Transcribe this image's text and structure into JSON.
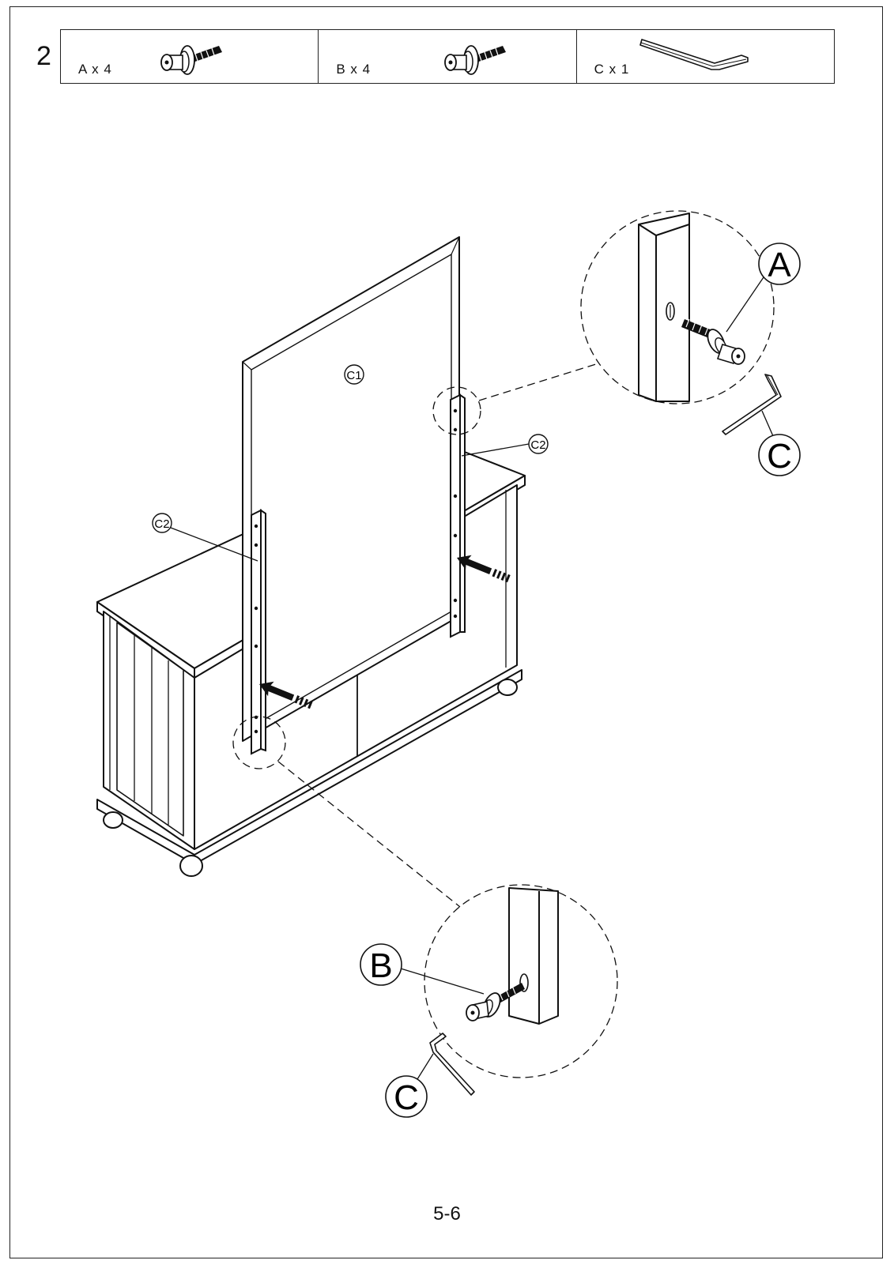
{
  "step": {
    "number": "2"
  },
  "parts": [
    {
      "label": "A x 4",
      "icon": "knob-bolt-icon"
    },
    {
      "label": "B x 4",
      "icon": "knob-bolt-icon"
    },
    {
      "label": "C x 1",
      "icon": "hex-key-icon"
    }
  ],
  "callouts": {
    "mirror": "C1",
    "support_right": "C2",
    "support_left": "C2",
    "part_a": "A",
    "part_b": "B",
    "part_c_top": "C",
    "part_c_bottom": "C"
  },
  "footer": {
    "page_number": "5-6"
  }
}
